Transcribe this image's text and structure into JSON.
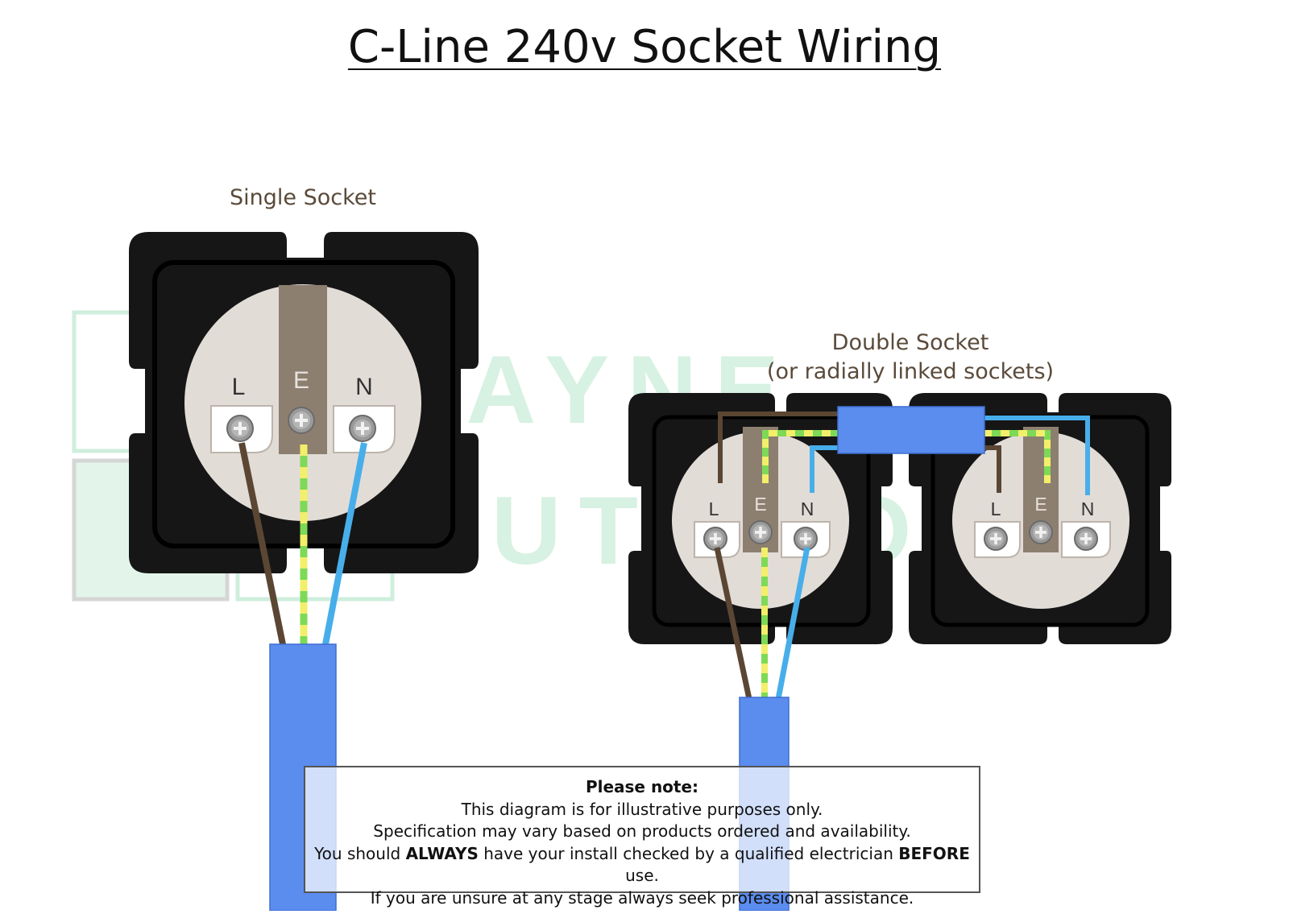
{
  "title": "C-Line 240v Socket Wiring",
  "single_socket": {
    "caption": "Single Socket",
    "terminals": [
      "L",
      "E",
      "N"
    ]
  },
  "double_socket": {
    "caption_line1": "Double Socket",
    "caption_line2": "(or radially linked sockets)",
    "left_terminals": [
      "L",
      "E",
      "N"
    ],
    "right_terminals": [
      "L",
      "E",
      "N"
    ]
  },
  "watermark": "RAYNE OUTDOOR",
  "note": {
    "heading": "Please note:",
    "line1": "This diagram is for illustrative purposes only.",
    "line2": "Specification may vary based  on products ordered and availability.",
    "line3_a": "You should ",
    "line3_b": "ALWAYS",
    "line3_c": " have your install checked by a qualified electrician ",
    "line3_d": "BEFORE",
    "line3_e": " use.",
    "line4": "If you are unsure at any stage always seek professional assistance."
  },
  "colors": {
    "live": "#5a4633",
    "neutral": "#47aeea",
    "earth_green": "#7ed957",
    "earth_yellow": "#f2ef6a",
    "cable": "#5b8def",
    "socket_body": "#161616",
    "socket_face": "#e2dcd7",
    "earth_strip": "#8d7f70",
    "watermark": "#cfeedd"
  }
}
